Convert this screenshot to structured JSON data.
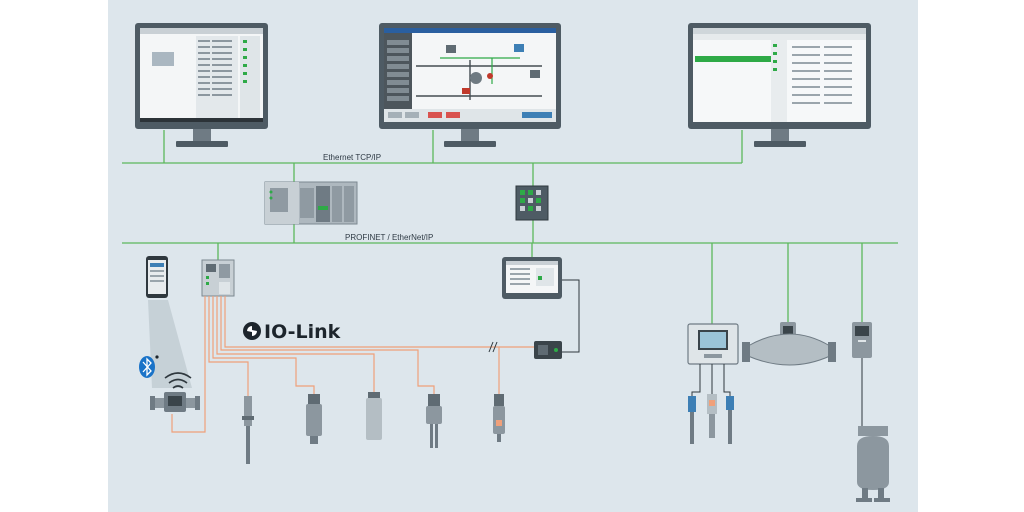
{
  "networks": {
    "ethernet_label": "Ethernet TCP/IP",
    "fieldbus_label": "PROFINET / EtherNet/IP"
  },
  "iolink": {
    "logo_text": "IO-Link"
  },
  "colors": {
    "background": "#dde6ec",
    "bus_line": "#5cb85c",
    "iolink_cable": "#f0a07a",
    "device_body": "#8c979f",
    "monitor_frame": "#4e5b64",
    "screen_green": "#2eaa47",
    "bluetooth": "#1a73c8"
  },
  "icons": [
    "bluetooth-icon",
    "wifi-icon",
    "iolink-logo-icon"
  ]
}
